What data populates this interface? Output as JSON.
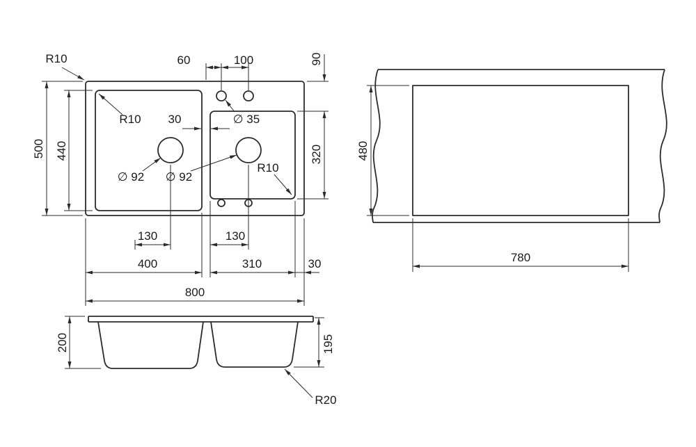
{
  "colors": {
    "line": "#2b2b2b",
    "text": "#1a1a1a",
    "background": "#ffffff"
  },
  "views": {
    "plan": {
      "outer_corner_radius": "R10",
      "left_bowl_corner_radius": "R10",
      "right_bowl_corner_radius": "R10",
      "tap_hole_edge_offset": "60",
      "tap_hole_spacing": "100",
      "tap_hole_row_offset": "90",
      "overall_depth": "500",
      "left_bowl_depth": "440",
      "bowl_gap": "30",
      "tap_hole_diameter": "∅ 35",
      "right_bowl_depth": "320",
      "left_drain_diameter": "∅ 92",
      "right_drain_diameter": "∅ 92",
      "left_drain_offset": "130",
      "right_drain_offset": "130",
      "left_bowl_width": "400",
      "right_bowl_width": "310",
      "right_edge_margin": "30",
      "overall_width": "800"
    },
    "cutout": {
      "height": "480",
      "width": "780"
    },
    "front": {
      "left_depth": "200",
      "right_depth": "195",
      "bottom_corner_radius": "R20"
    }
  }
}
